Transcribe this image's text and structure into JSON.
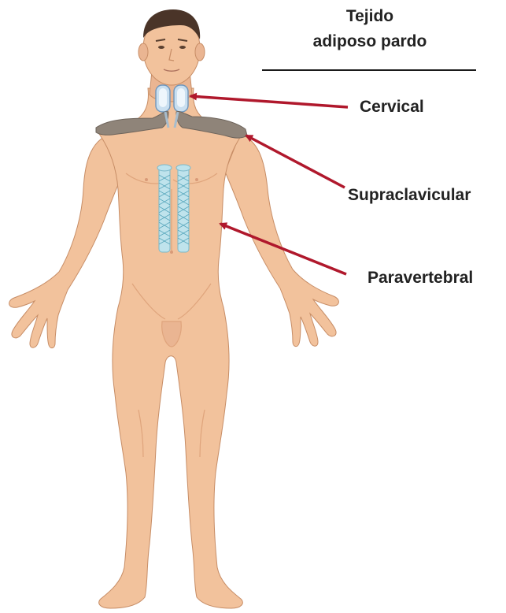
{
  "header": {
    "title_line1": "Tejido",
    "title_line2": "adiposo pardo"
  },
  "labels": {
    "cervical": "Cervical",
    "supraclavicular": "Supraclavicular",
    "paravertebral": "Paravertebral"
  },
  "colors": {
    "skin": "#f2c29c",
    "skin_shadow": "#dfa47c",
    "skin_outline": "#c78d66",
    "hair": "#4a3428",
    "arrow": "#b0182c",
    "cervical_fat": "#c9dff0",
    "supraclavicular_fat": "#8f8479",
    "paravertebral_fat": "#bfe3ec"
  }
}
